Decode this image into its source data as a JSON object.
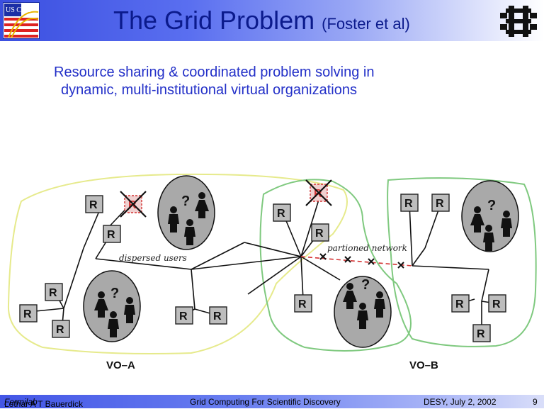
{
  "header": {
    "title": "The Grid Problem",
    "title_suffix": "(Foster et al)",
    "logo_left_text": "US CMS"
  },
  "subtitle": {
    "line1": "Resource sharing & coordinated problem solving in",
    "line2": "dynamic, multi-institutional virtual organizations"
  },
  "diagram": {
    "resource_label": "R",
    "unknown_label": "?",
    "dispersed_users_label": "dispersed users",
    "partitioned_network_label": "partioned network",
    "vo_a_label": "VO–A",
    "vo_b_label": "VO–B",
    "colors": {
      "vo_a_outline": "#e6ea8c",
      "vo_b_outline": "#7fc97f",
      "resource_fill": "#bdbdbd",
      "failed_resource": "#d33333",
      "partition_line": "#d33333",
      "user_cluster": "#a9a9a9"
    }
  },
  "footer": {
    "author": "Lothar A T Bauerdick",
    "institution": "Fermilab",
    "course": "Grid Computing For Scientific Discovery",
    "date": "DESY, July 2, 2002",
    "page": "9"
  }
}
